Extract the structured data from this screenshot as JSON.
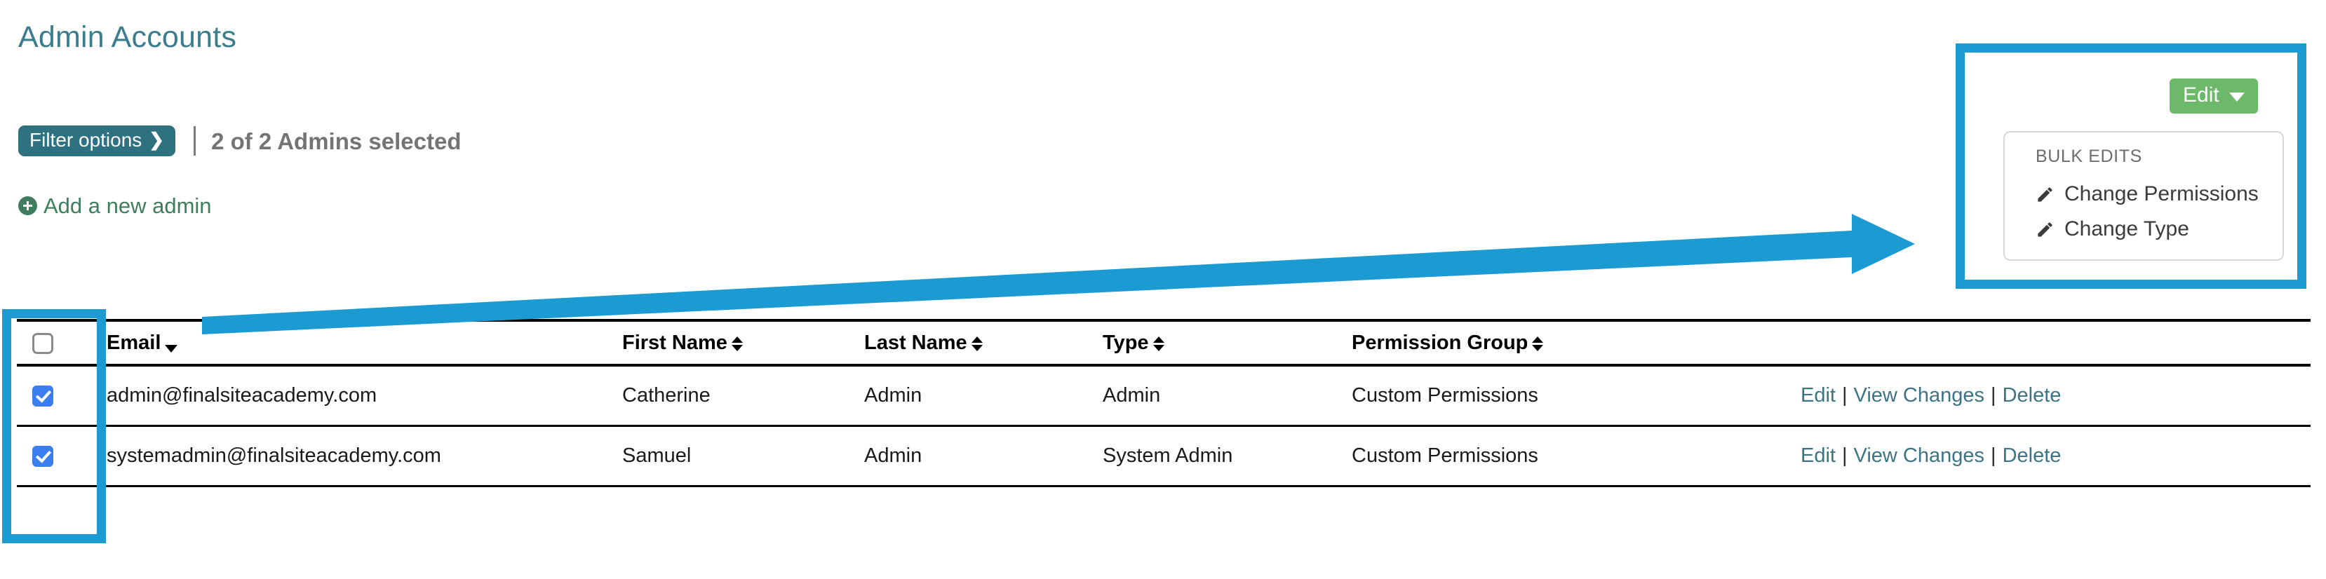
{
  "page": {
    "title": "Admin Accounts",
    "title_color": "#3b7c8e"
  },
  "toolbar": {
    "filter_options_label": "Filter options",
    "filter_options_icon": "chevron-right-icon",
    "filter_options_color": "#2e7181",
    "selected_count_text": "2 of 2 Admins selected",
    "add_admin_label": "Add a new admin",
    "add_admin_icon": "plus-circle-icon",
    "add_admin_color": "#3f7d60"
  },
  "bulk_edit": {
    "edit_button_label": "Edit",
    "edit_button_icon": "chevron-down-icon",
    "edit_button_color": "#6cb96a",
    "panel_title": "BULK EDITS",
    "items": [
      {
        "label": "Change Permissions",
        "icon": "pencil-icon"
      },
      {
        "label": "Change Type",
        "icon": "pencil-icon"
      }
    ]
  },
  "annotations": {
    "highlight_color": "#1b9bd2",
    "boxes": [
      {
        "name": "bulk-edits-highlight"
      },
      {
        "name": "checkbox-column-highlight"
      }
    ],
    "arrow": {
      "name": "pointer-arrow",
      "from": "checkbox-column",
      "to": "bulk-edits-panel"
    }
  },
  "table": {
    "select_all_checked": false,
    "columns": [
      {
        "key": "check",
        "label": "",
        "sort": "none"
      },
      {
        "key": "email",
        "label": "Email",
        "sort": "desc"
      },
      {
        "key": "first",
        "label": "First Name",
        "sort": "both"
      },
      {
        "key": "last",
        "label": "Last Name",
        "sort": "both"
      },
      {
        "key": "type",
        "label": "Type",
        "sort": "both"
      },
      {
        "key": "perm",
        "label": "Permission Group",
        "sort": "both"
      },
      {
        "key": "actions",
        "label": "",
        "sort": "none"
      }
    ],
    "row_actions": {
      "edit": "Edit",
      "view_changes": "View Changes",
      "delete": "Delete",
      "separator": "|",
      "link_color": "#3c7486"
    },
    "rows": [
      {
        "checked": true,
        "email": "admin@finalsiteacademy.com",
        "first_name": "Catherine",
        "last_name": "Admin",
        "type": "Admin",
        "permission_group": "Custom Permissions"
      },
      {
        "checked": true,
        "email": "systemadmin@finalsiteacademy.com",
        "first_name": "Samuel",
        "last_name": "Admin",
        "type": "System Admin",
        "permission_group": "Custom Permissions"
      }
    ]
  }
}
